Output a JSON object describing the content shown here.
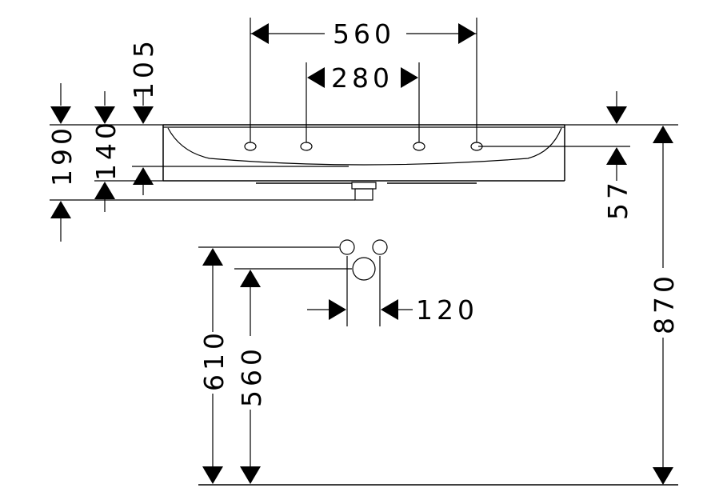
{
  "dimensions": {
    "top_outer": "560",
    "top_inner": "280",
    "left_105": "105",
    "left_190": "190",
    "left_140": "140",
    "right_57": "57",
    "right_870": "870",
    "hole_spacing": "120",
    "height_610": "610",
    "height_560": "560"
  }
}
